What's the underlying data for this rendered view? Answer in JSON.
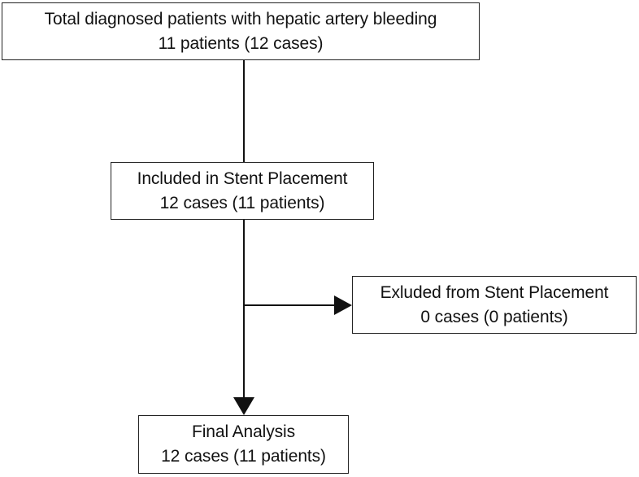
{
  "flowchart": {
    "total": {
      "line1": "Total diagnosed patients with hepatic artery bleeding",
      "line2": "11 patients (12 cases)"
    },
    "included": {
      "line1": "Included in Stent Placement",
      "line2": "12 cases (11 patients)"
    },
    "excluded": {
      "line1": "Exluded from Stent Placement",
      "line2": "0 cases (0 patients)"
    },
    "final": {
      "line1": "Final Analysis",
      "line2": "12 cases (11 patients)"
    }
  },
  "colors": {
    "line": "#111111",
    "box_border": "#222222",
    "background": "#ffffff"
  }
}
